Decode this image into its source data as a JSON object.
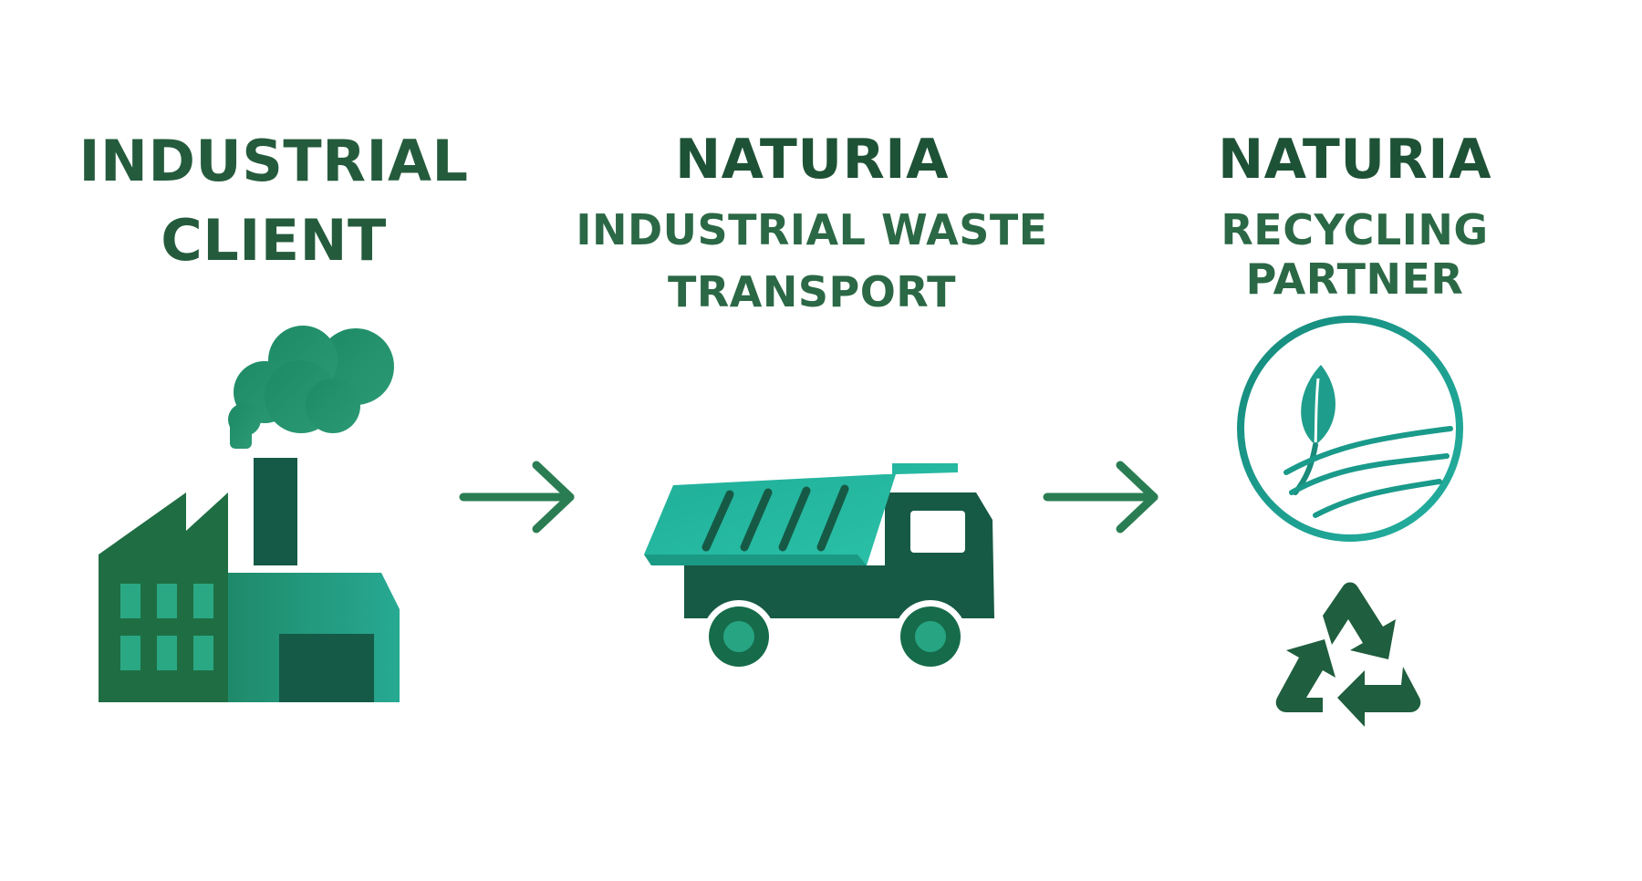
{
  "steps": [
    {
      "title_line1": "INDUSTRIAL",
      "title_line2": "CLIENT",
      "icon": "factory-icon"
    },
    {
      "title": "NATURIA",
      "subtitle_line1": "INDUSTRIAL WASTE",
      "subtitle_line2": "TRANSPORT",
      "icon": "dump-truck-icon"
    },
    {
      "title": "NATURIA",
      "subtitle": "RECYCLING PARTNER",
      "icon": "leaf-wave-icon",
      "secondary_icon": "recycle-icon"
    }
  ],
  "colors": {
    "dark_green": "#1e5a3c",
    "mid_green": "#2e7d55",
    "teal": "#1fa08a",
    "light_teal": "#2cbfa4",
    "deep": "#124a3a"
  }
}
